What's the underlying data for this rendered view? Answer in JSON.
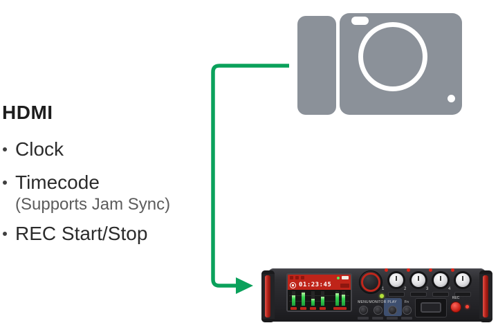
{
  "hdmi_panel": {
    "heading": "HDMI",
    "items": [
      {
        "label": "Clock"
      },
      {
        "label": "Timecode",
        "note": "(Supports Jam Sync)"
      },
      {
        "label": "REC Start/Stop"
      }
    ]
  },
  "connector": {
    "color": "#0aa15b",
    "direction": "camera-to-recorder"
  },
  "camera": {
    "color": "#8b9199"
  },
  "recorder": {
    "display": {
      "timecode": "01:23:45",
      "header_color": "#bf2419",
      "meter_color": "#35d24e",
      "meters": [
        60,
        75,
        38,
        52,
        70,
        62
      ]
    },
    "knobs": [
      {
        "label": "1"
      },
      {
        "label": "2"
      },
      {
        "label": "3"
      },
      {
        "label": "4"
      }
    ],
    "buttons": [
      {
        "label": "MENU"
      },
      {
        "label": "MONITOR"
      },
      {
        "label": "PLAY"
      },
      {
        "label": "Fn"
      }
    ],
    "rec_button_label": "REC",
    "body_color": "#2e2e32",
    "rail_color": "#b02017"
  }
}
